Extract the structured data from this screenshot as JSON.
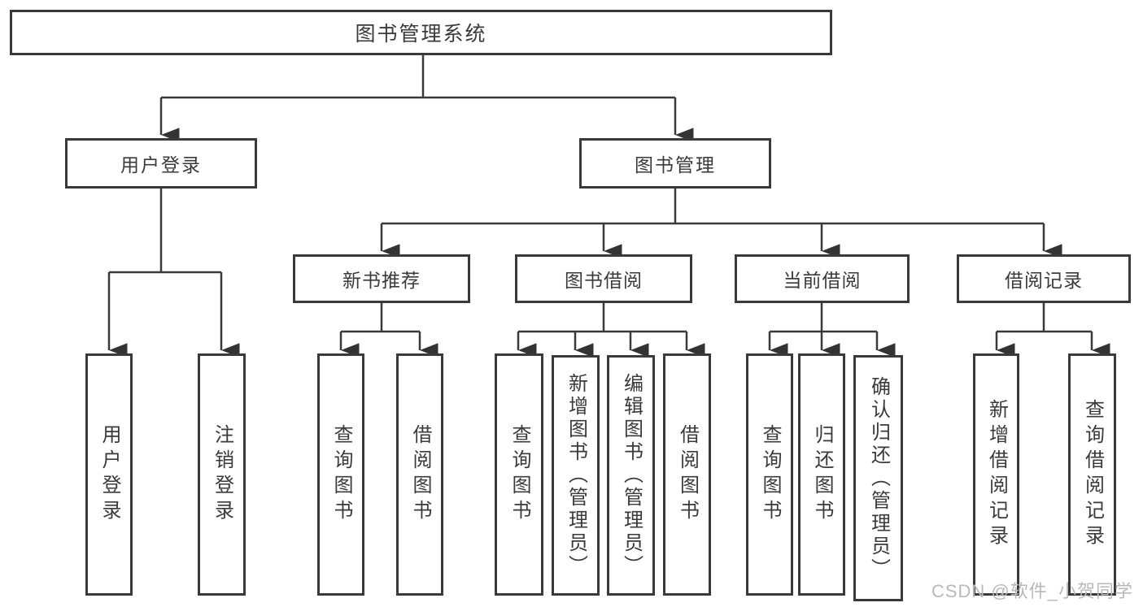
{
  "diagram": {
    "root": {
      "label": "图书管理系统",
      "children": [
        {
          "label": "用户登录",
          "children": [
            {
              "label": "用户登录"
            },
            {
              "label": "注销登录"
            }
          ]
        },
        {
          "label": "图书管理",
          "children": [
            {
              "label": "新书推荐",
              "children": [
                {
                  "label": "查询图书"
                },
                {
                  "label": "借阅图书"
                }
              ]
            },
            {
              "label": "图书借阅",
              "children": [
                {
                  "label": "查询图书"
                },
                {
                  "label": "新增图书（管理员）"
                },
                {
                  "label": "编辑图书（管理员）"
                },
                {
                  "label": "借阅图书"
                }
              ]
            },
            {
              "label": "当前借阅",
              "children": [
                {
                  "label": "查询图书"
                },
                {
                  "label": "归还图书"
                },
                {
                  "label": "确认归还（管理员）"
                }
              ]
            },
            {
              "label": "借阅记录",
              "children": [
                {
                  "label": "新增借阅记录"
                },
                {
                  "label": "查询借阅记录"
                }
              ]
            }
          ]
        }
      ]
    }
  },
  "watermark": {
    "text": "CSDN @软件_小贺同学"
  },
  "colors": {
    "line": "#3a3a3a",
    "box_border": "#3a3a3a",
    "text": "#3a3a3a",
    "watermark": "#b9b9b9",
    "background": "#ffffff"
  }
}
